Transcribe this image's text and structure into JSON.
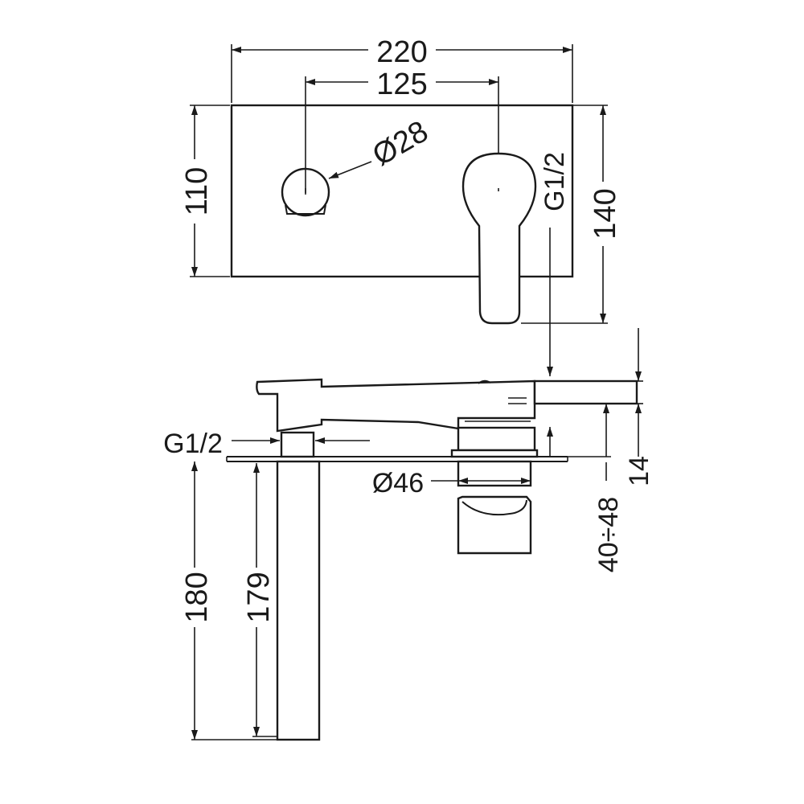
{
  "dimensions": {
    "overall_width": "220",
    "center_distance": "125",
    "diverter_diameter": "Ø28",
    "plate_height": "110",
    "lever_height": "140",
    "inlet_thread_top": "G1/2",
    "inlet_thread_side": "G1/2",
    "body_diameter": "Ø46",
    "lever_thickness": "14",
    "wall_depth": "40÷48",
    "spout_length_outer": "180",
    "spout_length_inner": "179"
  },
  "colors": {
    "line": "#1a1a1a",
    "background": "#ffffff"
  }
}
